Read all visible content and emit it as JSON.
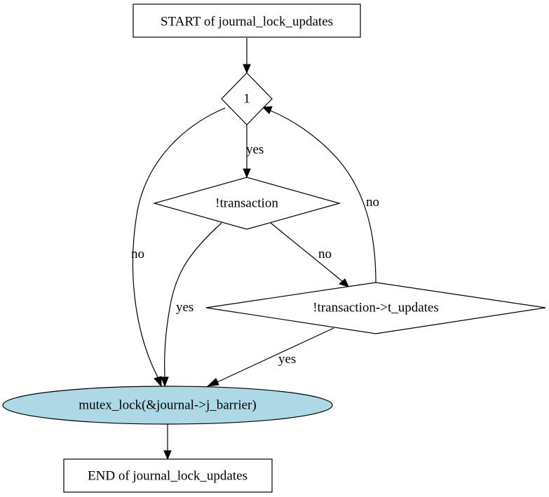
{
  "nodes": {
    "start": {
      "label": "START of journal_lock_updates"
    },
    "loop": {
      "label": "1"
    },
    "no_transaction": {
      "label": "!transaction"
    },
    "no_updates": {
      "label": "!transaction->t_updates"
    },
    "mutex_lock": {
      "label": "mutex_lock(&journal->j_barrier)",
      "fill": "#add8e6"
    },
    "end": {
      "label": "END of journal_lock_updates"
    }
  },
  "edges": {
    "loop_yes": {
      "label": "yes"
    },
    "loop_no": {
      "label": "no"
    },
    "transaction_yes": {
      "label": "yes"
    },
    "transaction_no": {
      "label": "no"
    },
    "updates_yes": {
      "label": "yes"
    },
    "updates_no": {
      "label": "no"
    }
  },
  "colors": {
    "box_fill": "#ffffff",
    "stroke": "#000000",
    "ellipse_fill": "#add8e6"
  }
}
